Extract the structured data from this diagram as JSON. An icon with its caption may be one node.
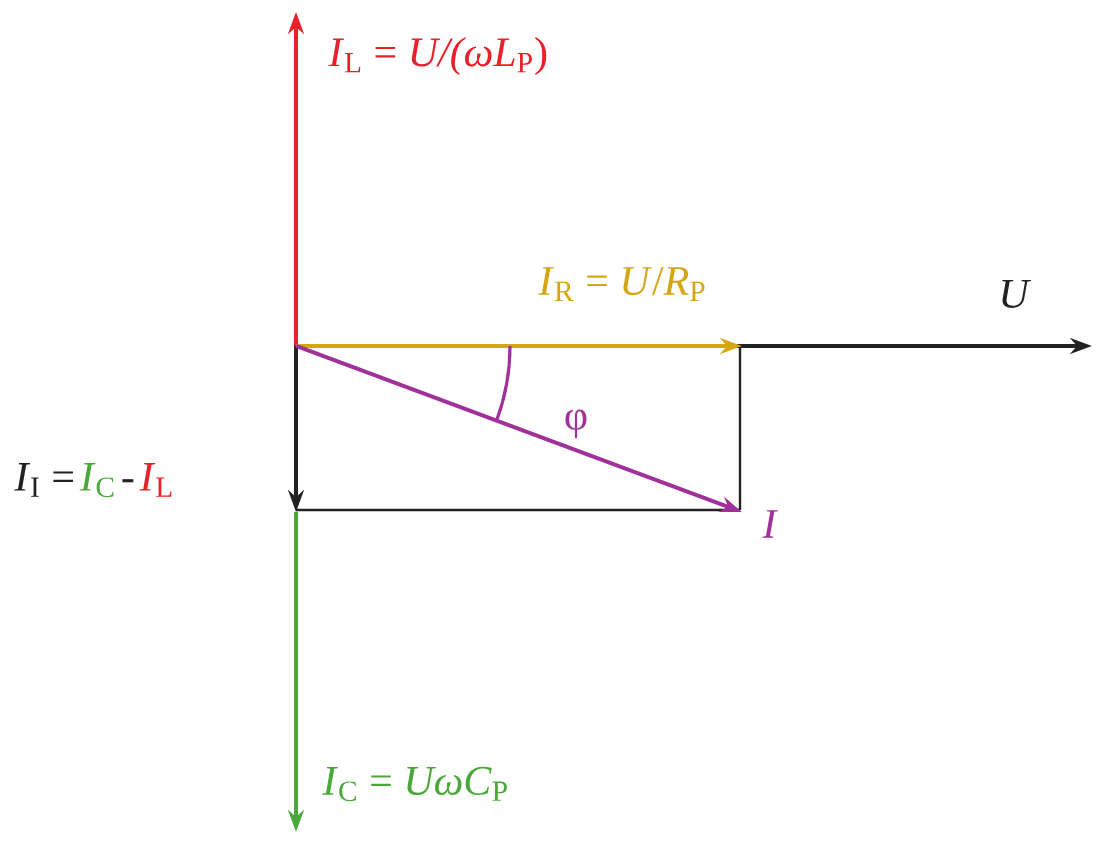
{
  "diagram": {
    "labels": [
      "*I*$_{L}$ = *U/(ωL*$_{P}$)",
      "*I*$_{R}$ = *U*/*R*$_{P}$",
      "*U*",
      "φ",
      "*I*$_{I}$ =",
      "*I*$_{C}$",
      "-",
      "*I*$_{L}$",
      "*I*",
      "*I*$_{C}$ = *UωC*$_{P}$"
    ]
  }
}
